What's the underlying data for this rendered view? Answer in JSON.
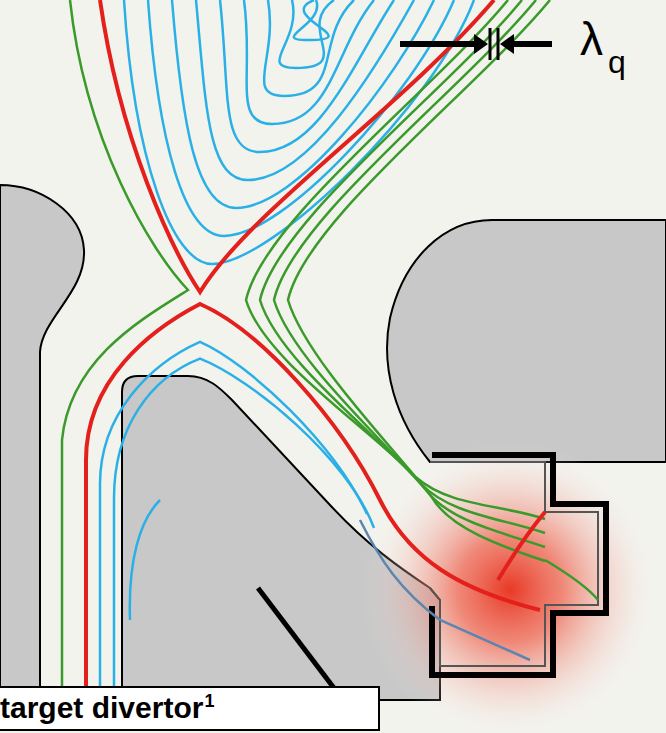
{
  "diagram": {
    "nodes": [
      {
        "text": [
          "target divertor",
          "1"
        ]
      }
    ],
    "labels": [
      "λ",
      "q"
    ]
  }
}
